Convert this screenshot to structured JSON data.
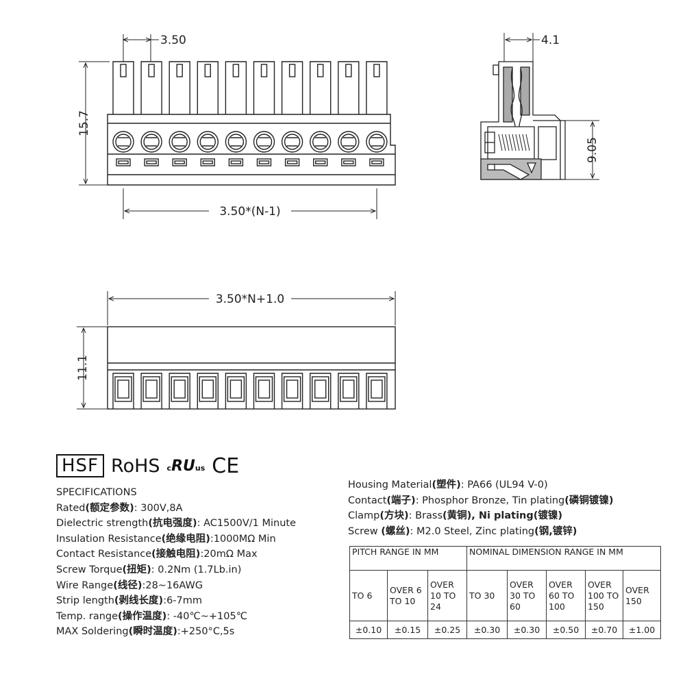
{
  "dimensions": {
    "pitch": "3.50",
    "height_front": "15.7",
    "span": "3.50*(N-1)",
    "depth": "4.1",
    "height_side": "9.05",
    "total_length": "3.50*N+1.0",
    "height_bottom": "11.1"
  },
  "certifications": {
    "hsf": "HSF",
    "rohs": "RoHS",
    "ul": "c",
    "ul_mark": "RU",
    "ul_suffix": "us",
    "ce": "CE"
  },
  "specifications": {
    "title": "SPECIFICATIONS",
    "items": [
      {
        "label": "Rated",
        "cn": "(额定参数)",
        "value": ": 300V,8A"
      },
      {
        "label": "Dielectric strength",
        "cn": "(抗电强度)",
        "value": ": AC1500V/1 Minute"
      },
      {
        "label": "Insulation Resistance",
        "cn": "(绝缘电阻)",
        "value": ":1000MΩ Min"
      },
      {
        "label": "Contact Resistance",
        "cn": "(接触电阻)",
        "value": ":20mΩ Max"
      },
      {
        "label": "Screw Torque",
        "cn": "(扭矩)",
        "value": ": 0.2Nm (1.7Lb.in)"
      },
      {
        "label": "Wire Range",
        "cn": "(线径)",
        "value": ":28~16AWG"
      },
      {
        "label": "Strip length",
        "cn": "(剥线长度)",
        "value": ":6-7mm"
      },
      {
        "label": "Temp. range",
        "cn": "(操作温度)",
        "value": ": -40℃~+105℃"
      },
      {
        "label": "MAX Soldering",
        "cn": "(瞬时温度)",
        "value": ":+250°C,5s"
      }
    ]
  },
  "materials": [
    {
      "label": "Housing Material",
      "cn": "(塑件)",
      "value": ": PA66 (UL94 V-0)",
      "cn2": ""
    },
    {
      "label": "Contact",
      "cn": "(端子)",
      "value": ": Phosphor Bronze, Tin plating",
      "cn2": "(磷铜镀镍)"
    },
    {
      "label": "Clamp",
      "cn": "(方块)",
      "value": ": Brass",
      "cn2": "(黄铜), Ni plating(镀镍)"
    },
    {
      "label": "Screw ",
      "cn": "(螺丝)",
      "value": ": M2.0 Steel, Zinc plating",
      "cn2": "(钢,镀锌)"
    }
  ],
  "tolerance_table": {
    "pitch_header": "PITCH RANGE IN MM",
    "nominal_header": "NOMINAL DIMENSION RANGE IN MM",
    "pitch_ranges": [
      "TO 6",
      "OVER 6 TO 10",
      "OVER 10 TO 24"
    ],
    "nominal_ranges": [
      "TO 30",
      "OVER 30 TO 60",
      "OVER 60 TO 100",
      "OVER 100 TO 150",
      "OVER 150"
    ],
    "pitch_values": [
      "±0.10",
      "±0.15",
      "±0.25"
    ],
    "nominal_values": [
      "±0.30",
      "±0.30",
      "±0.50",
      "±0.70",
      "±1.00"
    ]
  }
}
